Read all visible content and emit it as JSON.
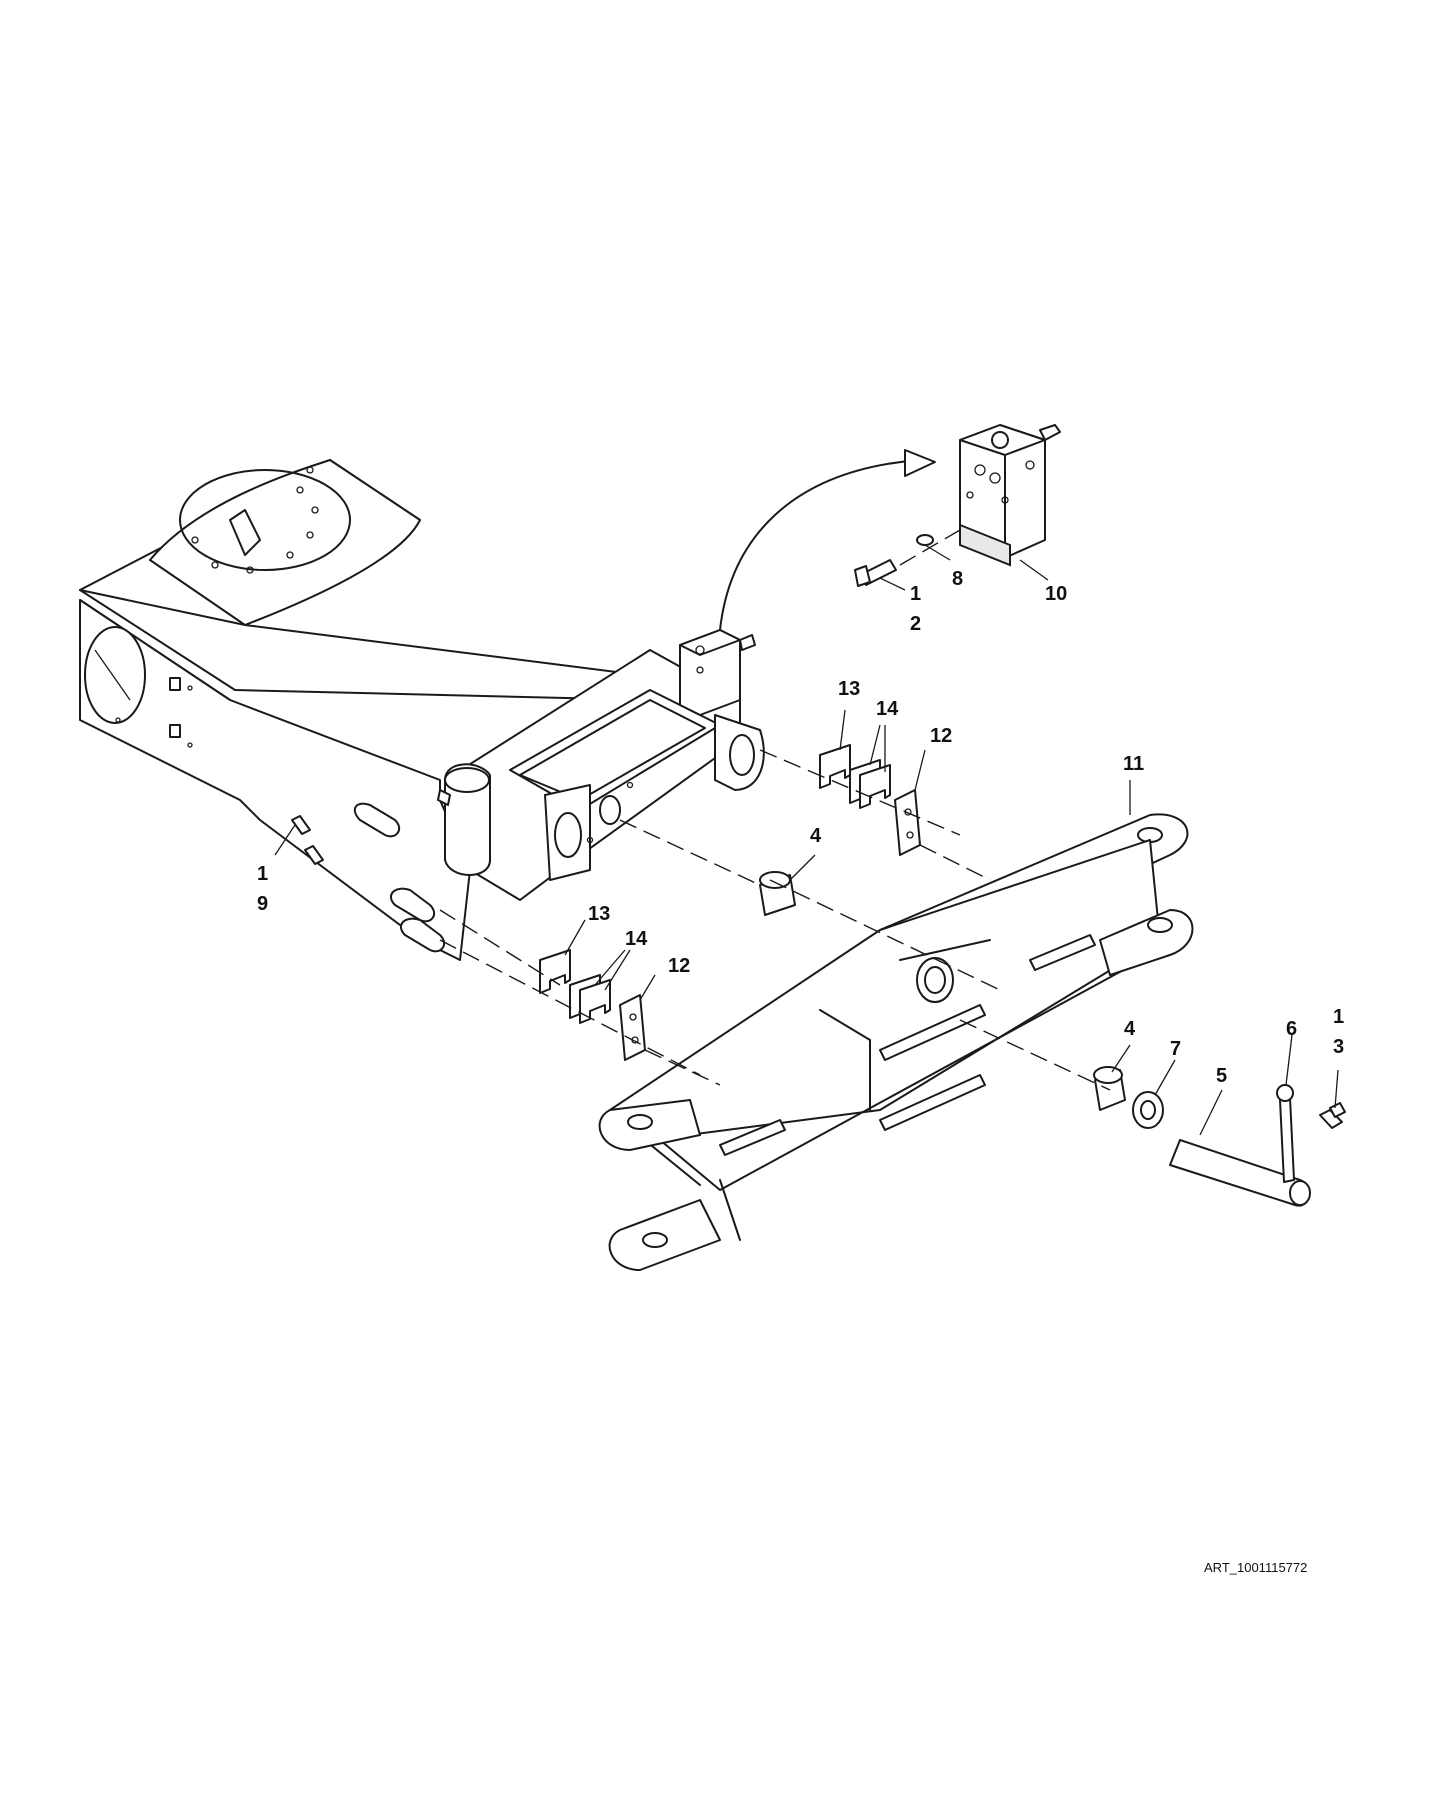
{
  "diagram": {
    "art_code": "ART_1001115772",
    "callouts": [
      {
        "id": "c-12",
        "label": "1\n2"
      },
      {
        "id": "c-8",
        "label": "8"
      },
      {
        "id": "c-10",
        "label": "10"
      },
      {
        "id": "c-13a",
        "label": "13"
      },
      {
        "id": "c-14a",
        "label": "14"
      },
      {
        "id": "c-12a",
        "label": "12"
      },
      {
        "id": "c-11",
        "label": "11"
      },
      {
        "id": "c-4a",
        "label": "4"
      },
      {
        "id": "c-19",
        "label": "1\n9"
      },
      {
        "id": "c-13b",
        "label": "13"
      },
      {
        "id": "c-14b",
        "label": "14"
      },
      {
        "id": "c-12b",
        "label": "12"
      },
      {
        "id": "c-4b",
        "label": "4"
      },
      {
        "id": "c-7",
        "label": "7"
      },
      {
        "id": "c-5",
        "label": "5"
      },
      {
        "id": "c-6",
        "label": "6"
      },
      {
        "id": "c-13",
        "label": "1\n3"
      }
    ]
  }
}
